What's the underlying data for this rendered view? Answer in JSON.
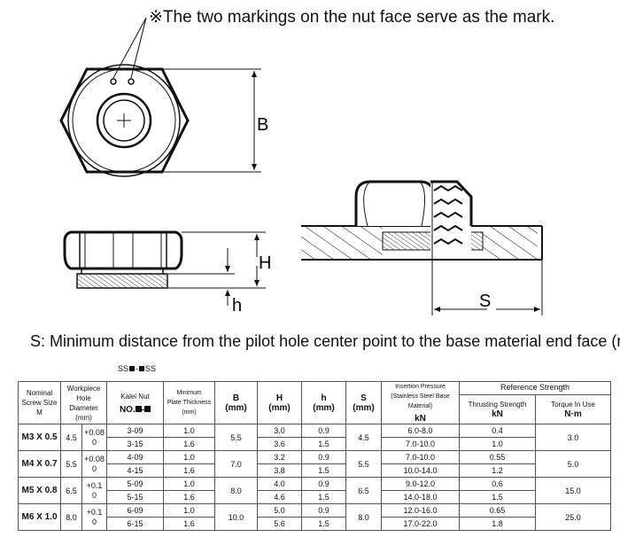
{
  "note": "※The two markings on the nut face serve as the mark.",
  "s_definition": "S: Minimum distance from the pilot hole center point to the base material end face (mm)",
  "dim_labels": {
    "b": "B",
    "h_upper": "H",
    "h_lower": "h",
    "s": "S"
  },
  "code_tag": {
    "prefix": "SS",
    "middle": "-",
    "suffix": "SS"
  },
  "table": {
    "headers": {
      "nominal": [
        "Nominal",
        "Screw Size",
        "M"
      ],
      "workpiece": [
        "Workpiece",
        "Hole Diameter",
        "(mm)"
      ],
      "kalei": "Kalei Nut",
      "kalei_no": "NO.",
      "kalei_dash": "-",
      "min_plate": [
        "Minimum",
        "Plate Thickness",
        "(mm)"
      ],
      "b": "B",
      "b_unit": "(mm)",
      "h": "H",
      "h_unit": "(mm)",
      "hs": "h",
      "hs_unit": "(mm)",
      "s": "S",
      "s_unit": "(mm)",
      "insertion": [
        "Insertion Pressure",
        "(Stainless Steel Base Material)"
      ],
      "insertion_unit": "kN",
      "reference": "Reference Strength",
      "thrusting": "Thrusting Strength",
      "thrusting_unit": "kN",
      "torque": "Torque In Use",
      "torque_unit": "N·m"
    },
    "groups": [
      {
        "nominal": "M3 X 0.5",
        "hole": "4.5",
        "tol_plus": "+0.08",
        "tol_zero": "0",
        "b": "5.5",
        "s": "4.5",
        "torque": "3.0",
        "rows": [
          {
            "code": "3-09",
            "plate": "1.0",
            "h": "3.0",
            "hs": "0.9",
            "pressure": "6.0-8.0",
            "thrust": "0.4"
          },
          {
            "code": "3-15",
            "plate": "1.6",
            "h": "3.6",
            "hs": "1.5",
            "pressure": "7.0-10.0",
            "thrust": "1.0"
          }
        ]
      },
      {
        "nominal": "M4 X 0.7",
        "hole": "5.5",
        "tol_plus": "+0.08",
        "tol_zero": "0",
        "b": "7.0",
        "s": "5.5",
        "torque": "5.0",
        "rows": [
          {
            "code": "4-09",
            "plate": "1.0",
            "h": "3.2",
            "hs": "0.9",
            "pressure": "7.0-10.0",
            "thrust": "0.55"
          },
          {
            "code": "4-15",
            "plate": "1.6",
            "h": "3.8",
            "hs": "1.5",
            "pressure": "10.0-14.0",
            "thrust": "1.2"
          }
        ]
      },
      {
        "nominal": "M5 X 0.8",
        "hole": "6.5",
        "tol_plus": "+0.1",
        "tol_zero": "0",
        "b": "8.0",
        "s": "6.5",
        "torque": "15.0",
        "rows": [
          {
            "code": "5-09",
            "plate": "1.0",
            "h": "4.0",
            "hs": "0.9",
            "pressure": "9.0-12.0",
            "thrust": "0.6"
          },
          {
            "code": "5-15",
            "plate": "1.6",
            "h": "4.6",
            "hs": "1.5",
            "pressure": "14.0-18.0",
            "thrust": "1.5"
          }
        ]
      },
      {
        "nominal": "M6 X 1.0",
        "hole": "8.0",
        "tol_plus": "+0.1",
        "tol_zero": "0",
        "b": "10.0",
        "s": "8.0",
        "torque": "25.0",
        "rows": [
          {
            "code": "6-09",
            "plate": "1.0",
            "h": "5.0",
            "hs": "0.9",
            "pressure": "12.0-16.0",
            "thrust": "0.65"
          },
          {
            "code": "6-15",
            "plate": "1.6",
            "h": "5.6",
            "hs": "1.5",
            "pressure": "17.0-22.0",
            "thrust": "1.8"
          }
        ]
      }
    ]
  }
}
